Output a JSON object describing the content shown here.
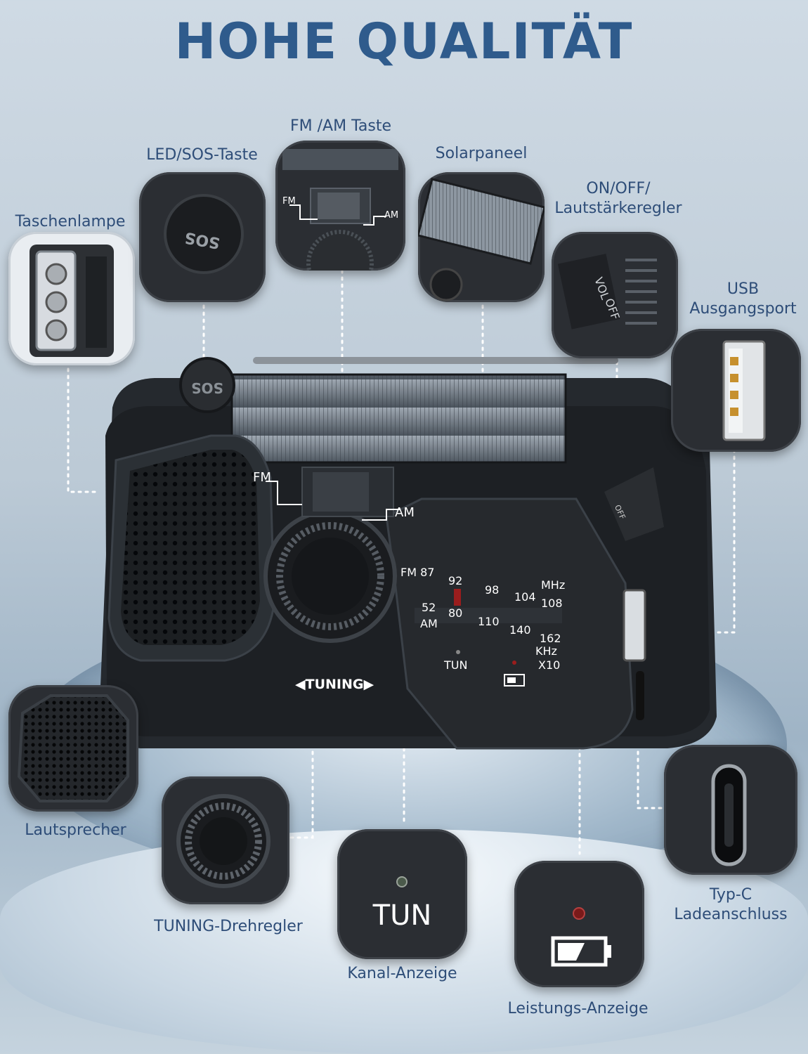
{
  "title": "HOHE QUALITÄT",
  "features": {
    "taschenlampe": "Taschenlampe",
    "led_sos": "LED/SOS-Taste",
    "fm_am": "FM /AM Taste",
    "solar": "Solarpaneel",
    "on_off_1": "ON/OFF/",
    "on_off_2": "Lautstärkeregler",
    "usb_1": "USB",
    "usb_2": "Ausgangsport",
    "lautsprecher": "Lautsprecher",
    "tuning": "TUNING-Drehregler",
    "kanal": "Kanal-Anzeige",
    "leistung": "Leistungs-Anzeige",
    "typc_1": "Typ-C",
    "typc_2": "Ladeanschluss"
  },
  "device": {
    "fm": "FM",
    "am": "AM",
    "tuning": "TUNING",
    "tun": "TUN",
    "sos": "SOS",
    "vol": "VOL",
    "off": "OFF",
    "fm_scale": [
      "FM 87",
      "92",
      "98",
      "104",
      "108"
    ],
    "mhz": "MHz",
    "am_scale": [
      "52",
      "80",
      "110",
      "140",
      "162"
    ],
    "am_label": "AM",
    "khz": "KHz",
    "x10": "X10"
  },
  "colors": {
    "title": "#2f5b8c",
    "label": "#2e4d78",
    "body": "#1f2226"
  }
}
